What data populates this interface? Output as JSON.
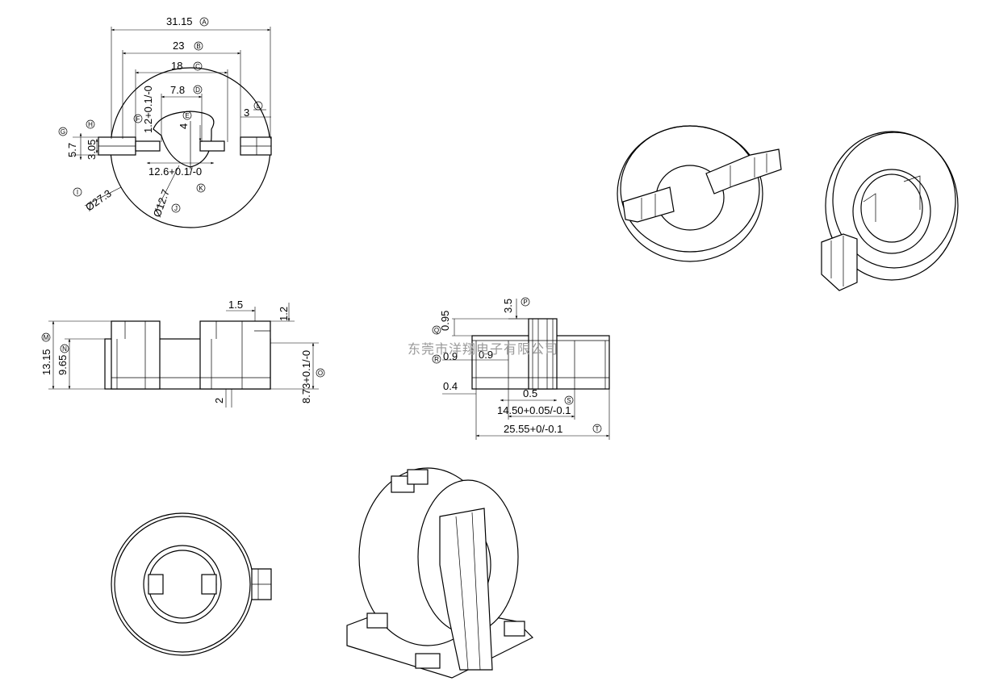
{
  "top_view": {
    "dims": {
      "A": "31.15",
      "B": "23",
      "C": "18",
      "D": "7.8",
      "E": "4",
      "F": "1.2+0.1/-0",
      "G": "5.7",
      "H": "3.05",
      "I": "Ø27.3",
      "J": "Ø12.7",
      "K": "12.6+0.1/-0",
      "L": "3"
    }
  },
  "side_view": {
    "dims": {
      "top_15": "1.5",
      "top_12": "1.2",
      "M": "13.15",
      "N": "9.65",
      "O": "8.73+0.1/-0",
      "bottom_2": "2"
    }
  },
  "front_view": {
    "dims": {
      "P": "3.5",
      "Q": "0.95",
      "R": "0.9",
      "R2": "0.9",
      "s04": "0.4",
      "s05": "0.5",
      "S": "14.50+0.05/-0.1",
      "T": "25.55+0/-0.1"
    }
  },
  "watermark": "东莞市洋翔电子有限公司",
  "circle_letters": [
    "A",
    "B",
    "C",
    "D",
    "E",
    "F",
    "G",
    "H",
    "I",
    "J",
    "K",
    "L",
    "M",
    "N",
    "O",
    "P",
    "Q",
    "R",
    "S",
    "T"
  ]
}
